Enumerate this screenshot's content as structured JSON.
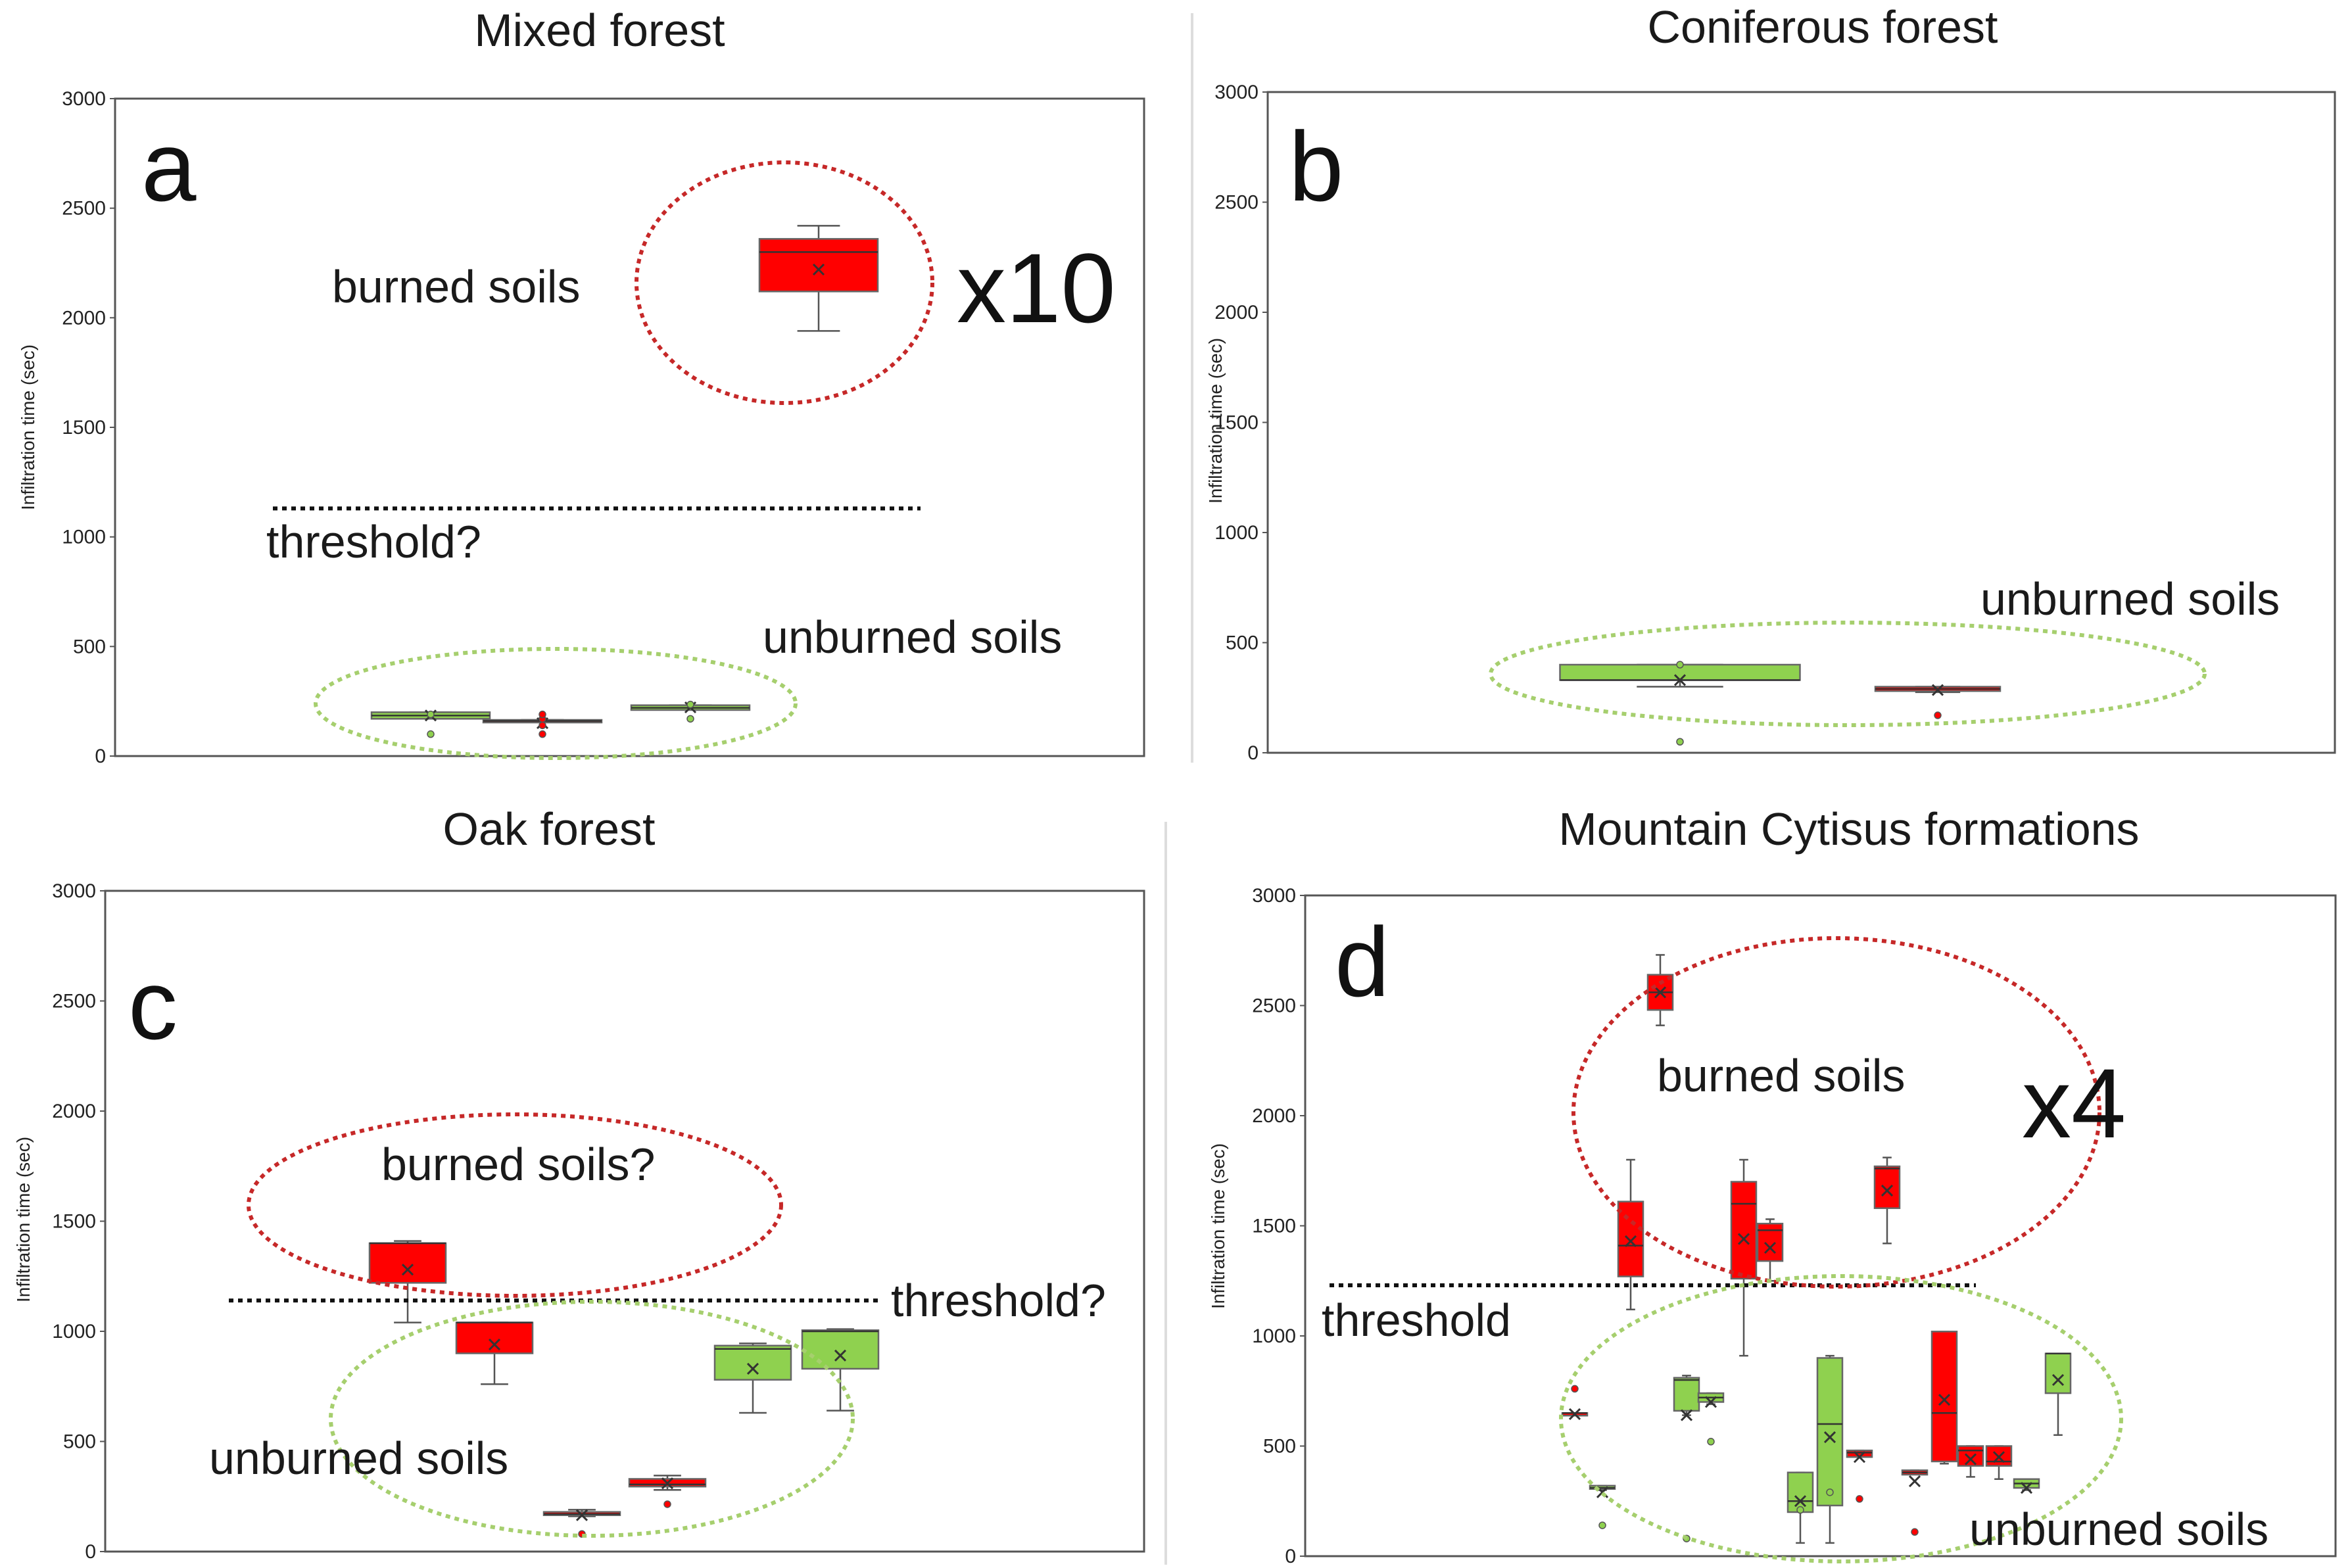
{
  "colors": {
    "burned": "#ff0000",
    "unburned": "#8fd14f",
    "burned_ellipse": "#c62828",
    "unburned_ellipse": "#a6cf6e"
  },
  "chart_data": [
    {
      "type": "box",
      "title": "Mixed forest",
      "panel_letter": "a",
      "ylabel": "Infiltration time (sec)",
      "ylim": [
        0,
        3000
      ],
      "yticks": [
        0,
        500,
        1000,
        1500,
        2000,
        2500,
        3000
      ],
      "grid": false,
      "multiplier": "x10",
      "threshold": {
        "value": 1130,
        "label": "threshold?"
      },
      "groups": [
        {
          "label": "burned soils",
          "kind": "burned"
        },
        {
          "label": "unburned soils",
          "kind": "unburned"
        }
      ],
      "boxes": [
        {
          "kind": "unburned",
          "min": 185,
          "q1": 170,
          "median": 185,
          "q3": 200,
          "max": 200,
          "mean": 185,
          "outliers": [
            100,
            190
          ]
        },
        {
          "kind": "burned",
          "min": 160,
          "q1": 155,
          "median": 160,
          "q3": 165,
          "max": 165,
          "mean": 150,
          "outliers": [
            100,
            140,
            170,
            190
          ]
        },
        {
          "kind": "unburned",
          "min": 215,
          "q1": 210,
          "median": 220,
          "q3": 232,
          "max": 232,
          "mean": 222,
          "outliers": [
            170,
            235
          ]
        },
        {
          "kind": "burned",
          "min": 1940,
          "q1": 2120,
          "median": 2300,
          "q3": 2360,
          "max": 2420,
          "mean": 2220,
          "outliers": []
        }
      ]
    },
    {
      "type": "box",
      "title": "Coniferous forest",
      "panel_letter": "b",
      "ylabel": "Infiltration time (sec)",
      "ylim": [
        0,
        3000
      ],
      "yticks": [
        0,
        500,
        1000,
        1500,
        2000,
        2500,
        3000
      ],
      "grid": false,
      "groups": [
        {
          "label": "unburned soils",
          "kind": "unburned"
        }
      ],
      "boxes": [
        {
          "kind": "unburned",
          "min": 300,
          "q1": 330,
          "median": 330,
          "q3": 400,
          "max": 400,
          "mean": 330,
          "outliers": [
            50,
            400
          ]
        },
        {
          "kind": "burned",
          "min": 275,
          "q1": 280,
          "median": 290,
          "q3": 300,
          "max": 300,
          "mean": 285,
          "outliers": [
            170
          ]
        }
      ]
    },
    {
      "type": "box",
      "title": "Oak forest",
      "panel_letter": "c",
      "ylabel": "Infiltration time (sec)",
      "ylim": [
        0,
        3000
      ],
      "yticks": [
        0,
        500,
        1000,
        1500,
        2000,
        2500,
        3000
      ],
      "grid": false,
      "threshold": {
        "value": 1140,
        "label": "threshold?"
      },
      "groups": [
        {
          "label": "burned soils?",
          "kind": "burned"
        },
        {
          "label": "unburned soils",
          "kind": "unburned"
        }
      ],
      "boxes": [
        {
          "kind": "burned",
          "min": 1040,
          "q1": 1220,
          "median": 1400,
          "q3": 1400,
          "max": 1410,
          "mean": 1280,
          "outliers": []
        },
        {
          "kind": "burned",
          "min": 760,
          "q1": 900,
          "median": 1040,
          "q3": 1040,
          "max": 1040,
          "mean": 940,
          "outliers": []
        },
        {
          "kind": "burned",
          "min": 160,
          "q1": 165,
          "median": 170,
          "q3": 180,
          "max": 190,
          "mean": 165,
          "outliers": [
            80
          ]
        },
        {
          "kind": "burned",
          "min": 280,
          "q1": 295,
          "median": 305,
          "q3": 330,
          "max": 345,
          "mean": 310,
          "outliers": [
            215
          ]
        },
        {
          "kind": "unburned",
          "min": 630,
          "q1": 780,
          "median": 920,
          "q3": 935,
          "max": 945,
          "mean": 830,
          "outliers": []
        },
        {
          "kind": "unburned",
          "min": 640,
          "q1": 830,
          "median": 1000,
          "q3": 1005,
          "max": 1010,
          "mean": 890,
          "outliers": []
        }
      ]
    },
    {
      "type": "box",
      "title": "Mountain Cytisus formations",
      "panel_letter": "d",
      "ylabel": "Infiltration time (sec)",
      "ylim": [
        0,
        3000
      ],
      "yticks": [
        0,
        500,
        1000,
        1500,
        2000,
        2500,
        3000
      ],
      "grid": false,
      "multiplier": "x4",
      "threshold": {
        "value": 1230,
        "label": "threshold"
      },
      "groups": [
        {
          "label": "burned soils",
          "kind": "burned"
        },
        {
          "label": "unburned soils",
          "kind": "unburned"
        }
      ],
      "boxes": [
        {
          "kind": "burned",
          "min": 645,
          "q1": 640,
          "median": 650,
          "q3": 650,
          "max": 650,
          "mean": 645,
          "outliers": [
            760
          ]
        },
        {
          "kind": "unburned",
          "min": 300,
          "q1": 305,
          "median": 310,
          "q3": 320,
          "max": 320,
          "mean": 290,
          "outliers": [
            140
          ]
        },
        {
          "kind": "burned",
          "min": 1120,
          "q1": 1270,
          "median": 1410,
          "q3": 1610,
          "max": 1800,
          "mean": 1430,
          "outliers": []
        },
        {
          "kind": "burned",
          "min": 2410,
          "q1": 2480,
          "median": 2560,
          "q3": 2640,
          "max": 2730,
          "mean": 2560,
          "outliers": []
        },
        {
          "kind": "unburned",
          "min": 640,
          "q1": 660,
          "median": 800,
          "q3": 810,
          "max": 820,
          "mean": 640,
          "outliers": [
            80
          ]
        },
        {
          "kind": "unburned",
          "min": 690,
          "q1": 700,
          "median": 720,
          "q3": 740,
          "max": 740,
          "mean": 700,
          "outliers": [
            520
          ]
        },
        {
          "kind": "burned",
          "min": 910,
          "q1": 1260,
          "median": 1600,
          "q3": 1700,
          "max": 1800,
          "mean": 1440,
          "outliers": []
        },
        {
          "kind": "burned",
          "min": 1250,
          "q1": 1340,
          "median": 1480,
          "q3": 1510,
          "max": 1530,
          "mean": 1400,
          "outliers": []
        },
        {
          "kind": "unburned",
          "min": 60,
          "q1": 200,
          "median": 250,
          "q3": 380,
          "max": 380,
          "mean": 250,
          "outliers": [
            210
          ]
        },
        {
          "kind": "unburned",
          "min": 60,
          "q1": 230,
          "median": 600,
          "q3": 900,
          "max": 910,
          "mean": 540,
          "outliers": [
            290
          ]
        },
        {
          "kind": "burned",
          "min": 460,
          "q1": 450,
          "median": 470,
          "q3": 480,
          "max": 480,
          "mean": 450,
          "outliers": [
            260
          ]
        },
        {
          "kind": "burned",
          "min": 1420,
          "q1": 1580,
          "median": 1760,
          "q3": 1770,
          "max": 1810,
          "mean": 1660,
          "outliers": []
        },
        {
          "kind": "burned",
          "min": 380,
          "q1": 370,
          "median": 380,
          "q3": 390,
          "max": 390,
          "mean": 340,
          "outliers": [
            110
          ]
        },
        {
          "kind": "burned",
          "min": 420,
          "q1": 430,
          "median": 650,
          "q3": 1020,
          "max": 1020,
          "mean": 710,
          "outliers": []
        },
        {
          "kind": "burned",
          "min": 360,
          "q1": 410,
          "median": 480,
          "q3": 500,
          "max": 500,
          "mean": 440,
          "outliers": []
        },
        {
          "kind": "burned",
          "min": 350,
          "q1": 410,
          "median": 430,
          "q3": 500,
          "max": 500,
          "mean": 450,
          "outliers": []
        },
        {
          "kind": "unburned",
          "min": 300,
          "q1": 310,
          "median": 330,
          "q3": 350,
          "max": 350,
          "mean": 310,
          "outliers": []
        },
        {
          "kind": "unburned",
          "min": 550,
          "q1": 740,
          "median": 920,
          "q3": 920,
          "max": 920,
          "mean": 800,
          "outliers": []
        }
      ]
    }
  ]
}
